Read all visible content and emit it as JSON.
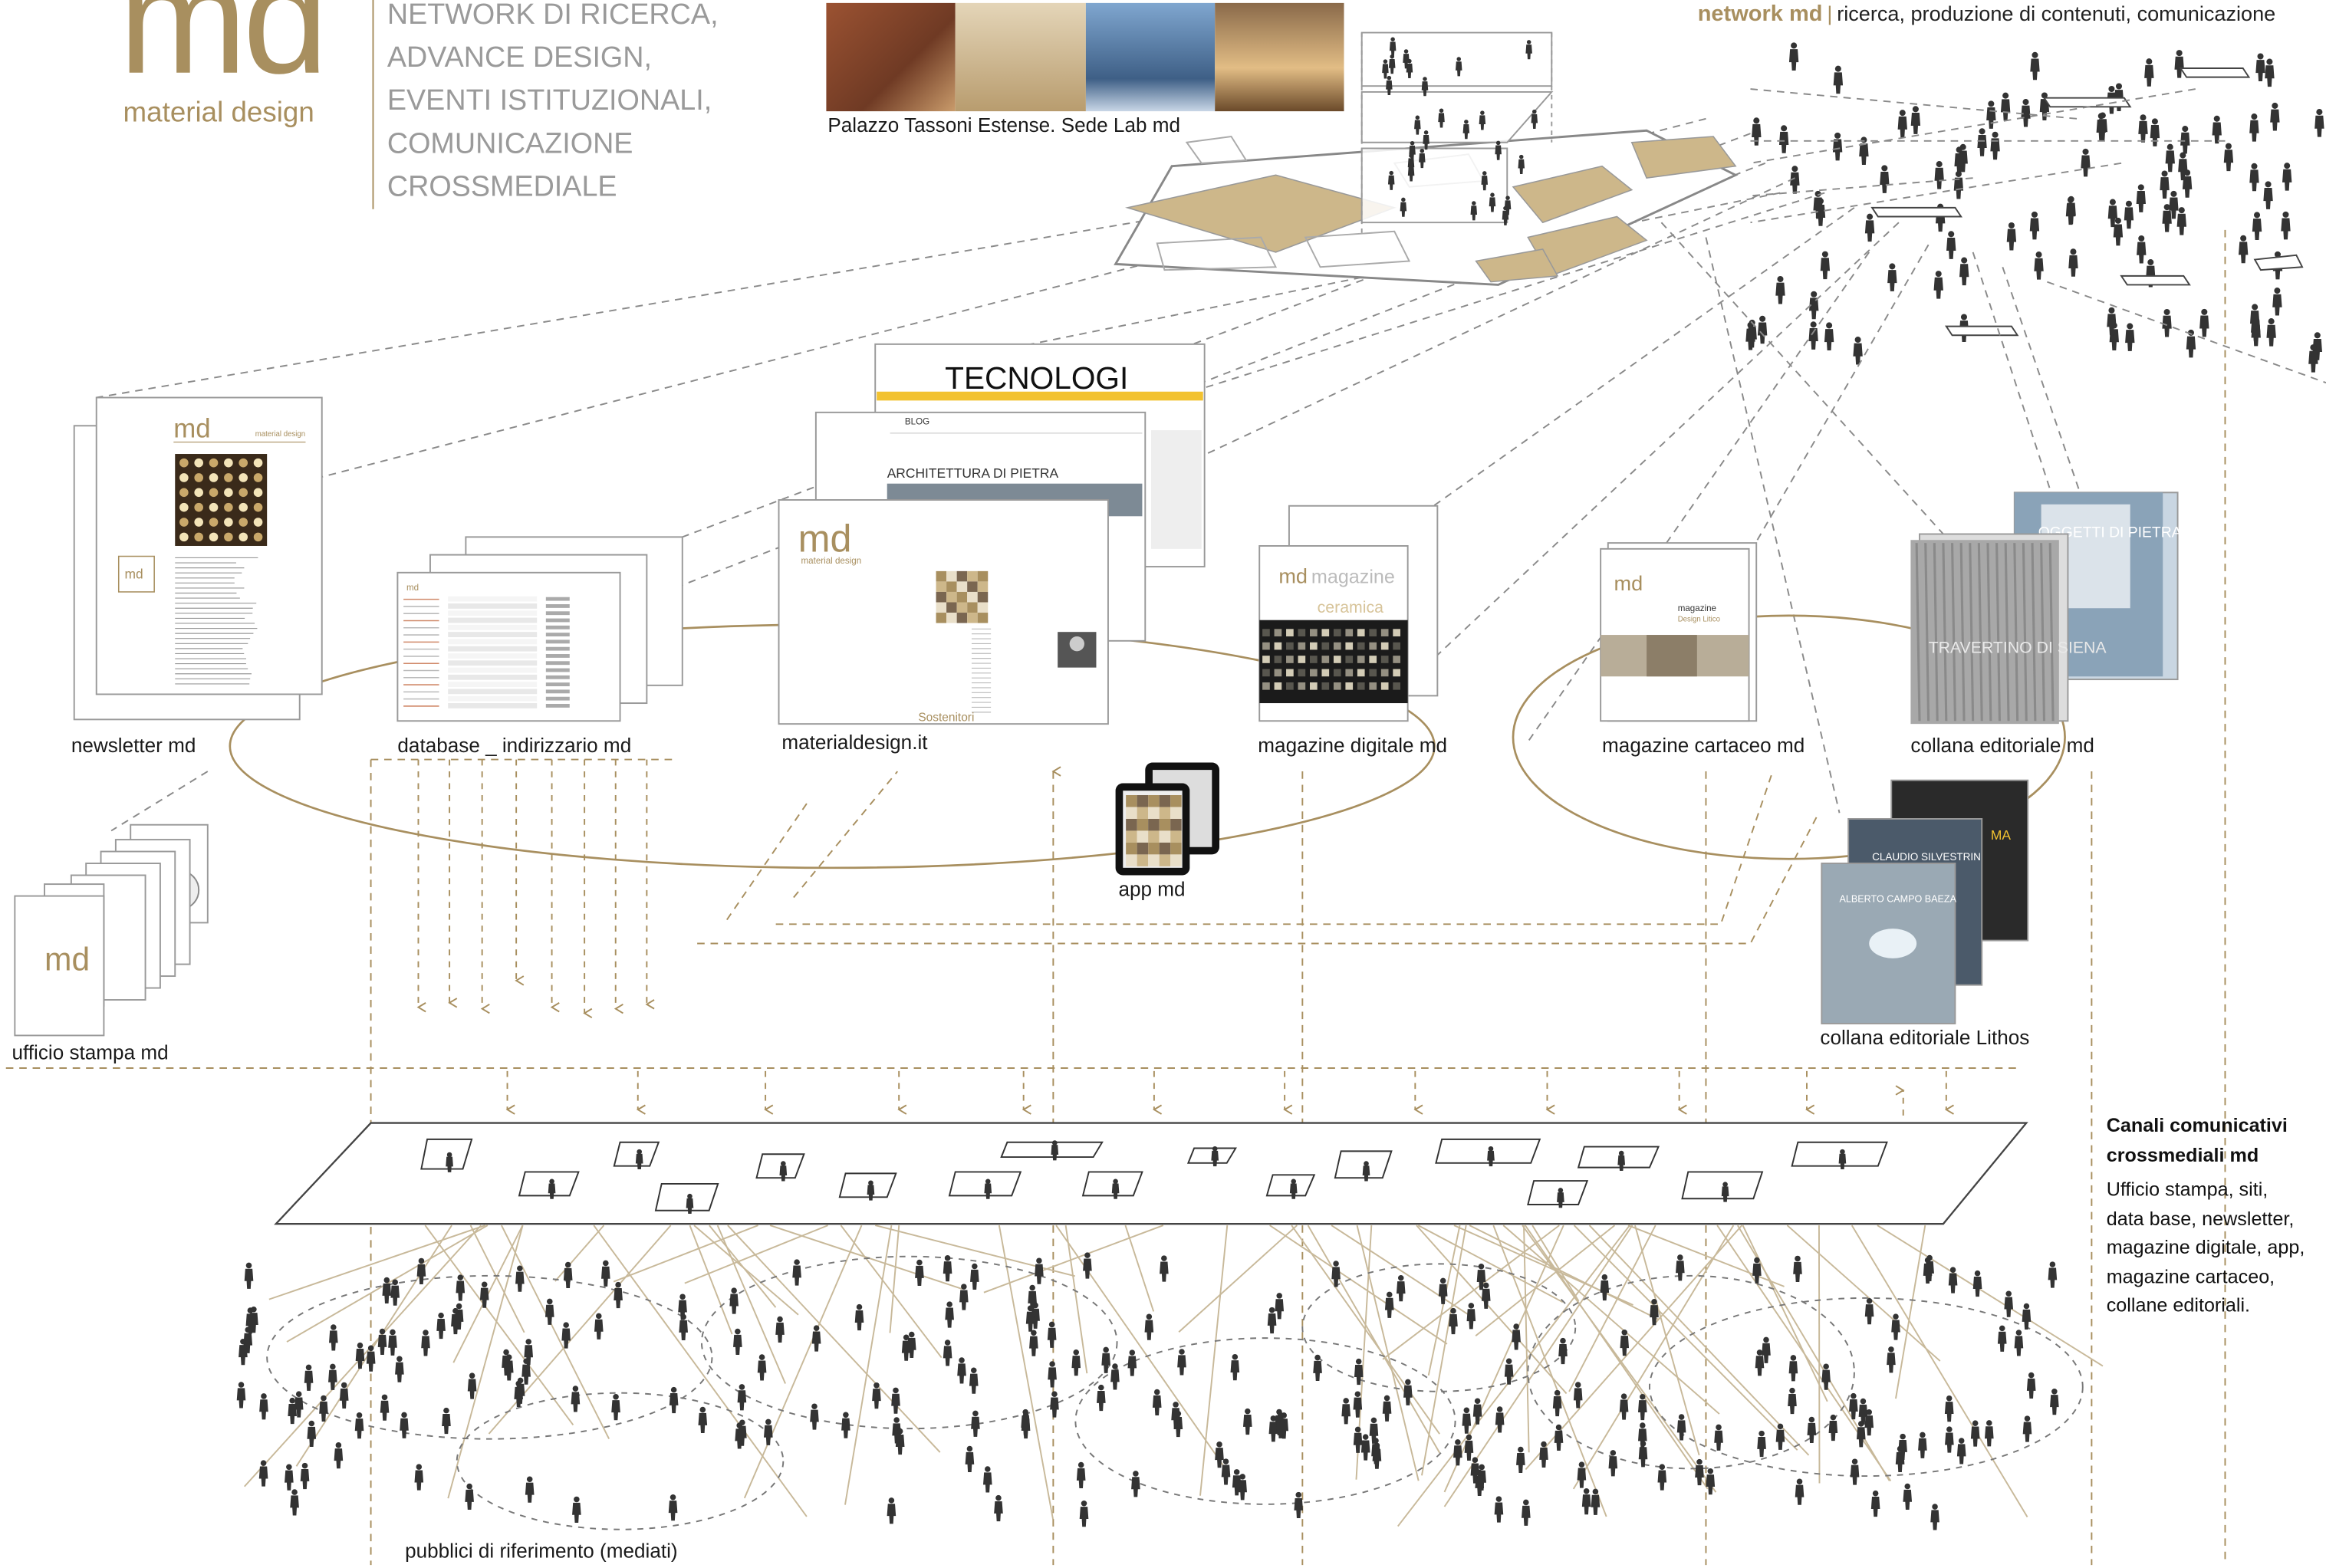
{
  "brand": {
    "logo": "md",
    "logo_sub": "material design",
    "tagline": [
      "NETWORK DI RICERCA,",
      "ADVANCE DESIGN,",
      "EVENTI ISTITUZIONALI,",
      "COMUNICAZIONE",
      "CROSSMEDIALE"
    ]
  },
  "network": {
    "brand": "network md",
    "separator": "|",
    "description": "ricerca, produzione di contenuti, comunicazione"
  },
  "headquarters": {
    "caption": "Palazzo Tassoni Estense. Sede Lab md",
    "photo_colors": [
      "#8a4a30",
      "#c9b796",
      "#5f82b0",
      "#c8a070"
    ]
  },
  "channels": {
    "newsletter": "newsletter md",
    "database": "database _ indirizzario md",
    "website": "materialdesign.it",
    "magazine_digital": "magazine digitale md",
    "app": "app md",
    "magazine_print": "magazine cartaceo md",
    "book_series": "collana editoriale md",
    "book_series_lithos": "collana editoriale Lithos",
    "press_office": "ufficio stampa md"
  },
  "thumbnails": {
    "web_tecnologi": "TECNOLOGI",
    "web_blog": "BLOG",
    "web_architettura": "ARCHITETTURA DI PIETRA",
    "web_md_logo": "md",
    "web_md_sub": "material design",
    "web_sostenitori": "Sostenitori",
    "news_md": "md",
    "news_md_sub": "material design",
    "press_md": "md",
    "mag_md": "md",
    "mag_word": "magazine",
    "mag_topic": "ceramica",
    "print_md": "md",
    "print_mag_title": "magazine",
    "print_mag_sub": "Design Litico",
    "book_cover_1": "TRAVERTINO DI SIENA",
    "book_cover_2": "OGGETTI DI PIETRA",
    "lithos_1": "ALBERTO CAMPO BAEZA",
    "lithos_2": "CLAUDIO SILVESTRIN",
    "lithos_3": "MA"
  },
  "audience": {
    "caption": "pubblici di riferimento (mediati)"
  },
  "sidebar": {
    "title_line1": "Canali comunicativi",
    "title_line2": "crossmediali md",
    "body_lines": [
      "Ufficio stampa, siti,",
      "data base, newsletter,",
      "magazine digitale, app,",
      "magazine cartaceo,",
      "collane editoriali."
    ]
  },
  "colors": {
    "accent": "#a88f5f",
    "dashed_lines": "#8a8a8a",
    "figures": "#333333",
    "floor_fill": "#cdb78a"
  }
}
